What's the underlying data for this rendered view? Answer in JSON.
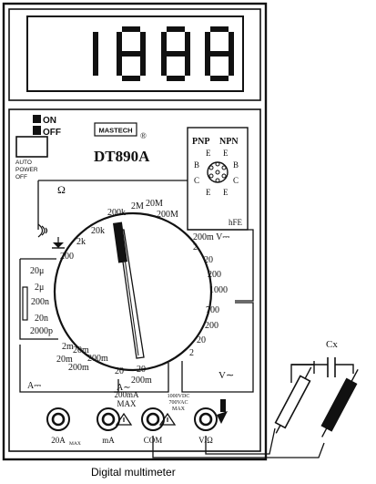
{
  "display": {
    "reading": "1888"
  },
  "brand": {
    "maker_badge": "MASTECH",
    "model": "DT890A",
    "registered_mark": "®"
  },
  "power": {
    "on_label": "ON",
    "off_label": "OFF",
    "auto_power_off": [
      "AUTO",
      "POWER",
      "OFF"
    ]
  },
  "transistor_socket": {
    "pnp_label": "PNP",
    "npn_label": "NPN",
    "pins_left": [
      "E",
      "B",
      "C",
      "E"
    ],
    "pins_right": [
      "E",
      "B",
      "C",
      "E"
    ],
    "hfe_label": "hFE"
  },
  "dial": {
    "ohm_section": {
      "symbol": "Ω",
      "ranges": [
        "200",
        "2k",
        "20k",
        "200k",
        "2M",
        "20M",
        "200M"
      ]
    },
    "dcv_section": {
      "symbol": "200m V⎓",
      "ranges": [
        "2",
        "20",
        "200",
        "1000"
      ]
    },
    "acv_section": {
      "symbol": "V∼",
      "ranges": [
        "700",
        "200",
        "20",
        "2"
      ]
    },
    "cap_section": {
      "ranges": [
        "20μ",
        "2μ",
        "200n",
        "20n",
        "2000p"
      ]
    },
    "dca_section": {
      "symbol": "A⎓",
      "ranges": [
        "2m",
        "20m",
        "200m",
        "20"
      ]
    },
    "aca_section": {
      "symbol": "A∼",
      "ranges": [
        "200m",
        "20"
      ]
    }
  },
  "jacks": [
    {
      "label": "20A",
      "sub": "MAX"
    },
    {
      "label": "mA",
      "top": [
        "200mA",
        "MAX"
      ]
    },
    {
      "label": "COM",
      "top": [
        "1000VDC",
        "700VAC",
        "MAX"
      ]
    },
    {
      "label": "V/Ω"
    }
  ],
  "capacitor_label": "Cx",
  "caption": "Digital multimeter"
}
